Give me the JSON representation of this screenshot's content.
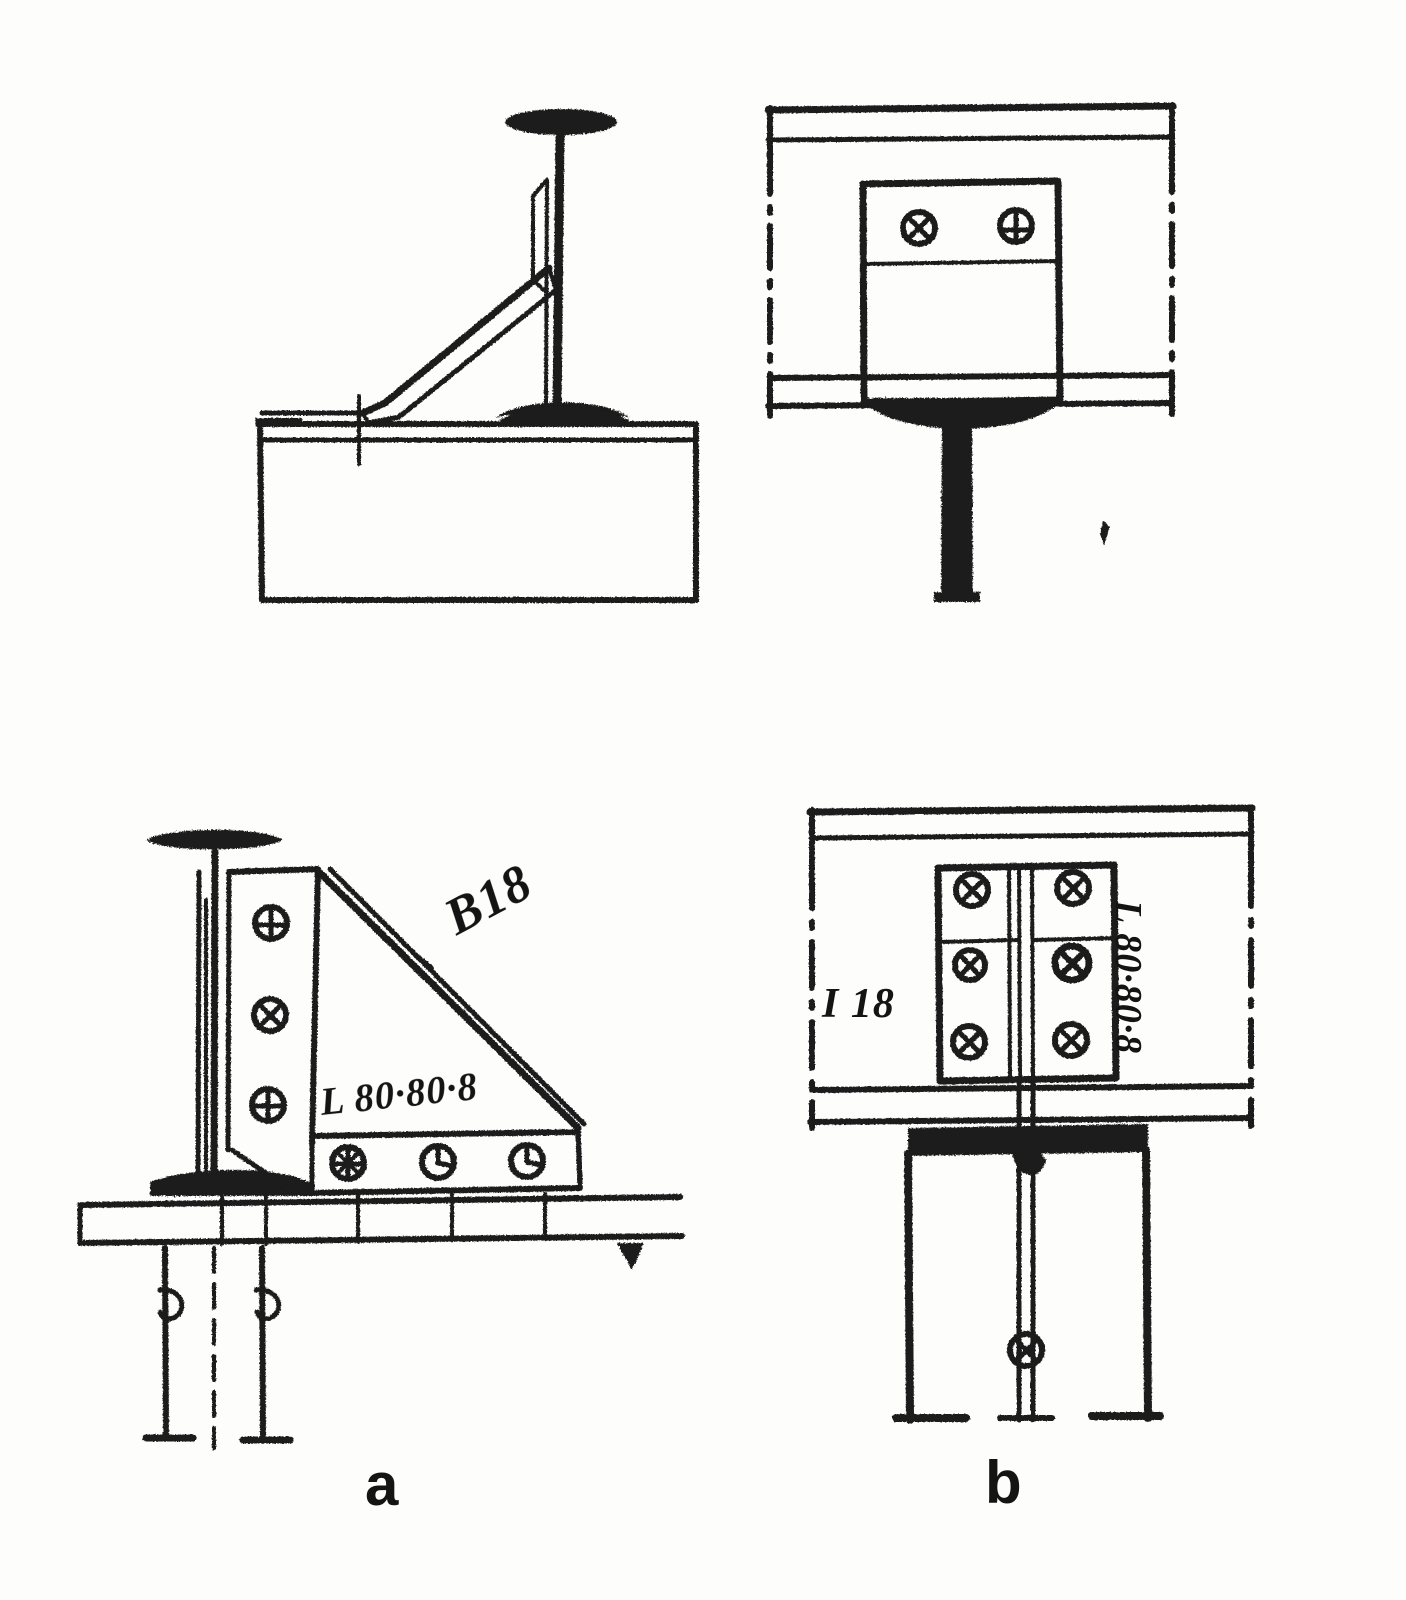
{
  "document": {
    "type": "engineering-drawing",
    "subject": "Steel beam-to-column bracket connection detail",
    "background_color": "#fdfdfc",
    "ink_color": "#1a1a1a"
  },
  "figures": [
    {
      "id": "top-left",
      "name": "upper-left-section-view",
      "description": "Side elevation of simple bracket: T-section stiffener with diagonal brace on top of girder"
    },
    {
      "id": "top-right",
      "name": "upper-right-end-view",
      "description": "End view of simple bracket showing two bolts and welded stem"
    },
    {
      "id": "bottom-left",
      "name": "detail-a-section-view",
      "caption": "a",
      "description": "Side elevation of bracket with angle L 80.80.8 bolted to I 18 beam web, gusset plate with 3+3 bolts"
    },
    {
      "id": "bottom-right",
      "name": "detail-b-end-view",
      "caption": "b",
      "description": "End view of detail a: twin angles L 80.80.8 back-to-back bolted through I 18 web, 3 bolts per leg"
    }
  ],
  "labels": {
    "beam_designation_a": "B18",
    "beam_designation_b": "I 18",
    "angle_designation_a": "L 80·80·8",
    "angle_designation_b": "L 80·80·8",
    "caption_a": "a",
    "caption_b": "b"
  },
  "annotations": [
    {
      "name": "leader-label-beam-a",
      "text": "B18",
      "figure": "bottom-left",
      "rotation_deg": -28
    },
    {
      "name": "label-angle-a",
      "text": "L 80·80·8",
      "figure": "bottom-left",
      "rotation_deg": -6
    },
    {
      "name": "label-beam-b",
      "text": "I 18",
      "figure": "bottom-right",
      "rotation_deg": 0
    },
    {
      "name": "label-angle-b",
      "text": "L 80·80·8",
      "figure": "bottom-right",
      "rotation_deg": 90
    },
    {
      "name": "figure-caption-a",
      "text": "a",
      "figure": "bottom-left",
      "rotation_deg": 0
    },
    {
      "name": "figure-caption-b",
      "text": "b",
      "figure": "bottom-right",
      "rotation_deg": 0
    }
  ],
  "fastener_counts": {
    "top_right_view_bolts": 2,
    "detail_a_vertical_leg_bolts": 3,
    "detail_a_horizontal_leg_bolts": 3,
    "detail_b_left_column_bolts": 3,
    "detail_b_right_column_bolts": 3
  }
}
